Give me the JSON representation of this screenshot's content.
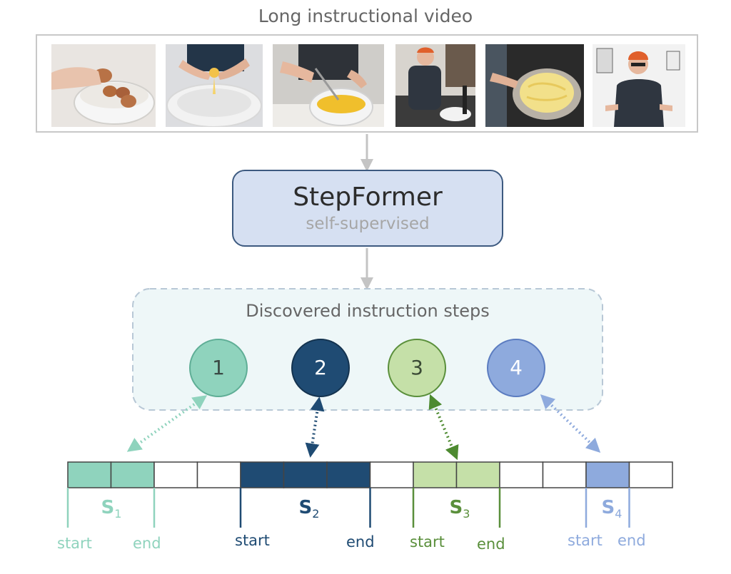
{
  "video": {
    "title": "Long instructional video",
    "thumbnails": [
      {
        "icon": "eggs-in-bowl-photo"
      },
      {
        "icon": "cracking-egg-photo"
      },
      {
        "icon": "whisking-eggs-photo"
      },
      {
        "icon": "man-cooking-photo"
      },
      {
        "icon": "omelette-pan-photo"
      },
      {
        "icon": "man-standing-photo"
      }
    ]
  },
  "model": {
    "title": "StepFormer",
    "subtitle": "self-supervised"
  },
  "steps": {
    "title": "Discovered instruction steps",
    "items": [
      {
        "label": "1",
        "color": "#8fd3bd",
        "border": "#5fae96",
        "text_color": "#3a4a45"
      },
      {
        "label": "2",
        "color": "#1f4b73",
        "border": "#14334f",
        "text_color": "#ffffff"
      },
      {
        "label": "3",
        "color": "#c5e0a8",
        "border": "#5a8f3b",
        "text_color": "#3a4a35"
      },
      {
        "label": "4",
        "color": "#8eaadd",
        "border": "#5b7cc0",
        "text_color": "#ffffff"
      }
    ]
  },
  "timeline": {
    "cells": [
      "s1",
      "s1",
      "empty",
      "empty",
      "s2",
      "s2",
      "s2",
      "empty",
      "s3",
      "s3",
      "empty",
      "empty",
      "s4",
      "empty"
    ],
    "segments": [
      {
        "name": "S",
        "sub": "1",
        "start": "start",
        "end": "end",
        "color": "#8fd3bd",
        "label_color": "#8fd3bd"
      },
      {
        "name": "S",
        "sub": "2",
        "start": "start",
        "end": "end",
        "color": "#1f4b73",
        "label_color": "#1f4b73"
      },
      {
        "name": "S",
        "sub": "3",
        "start": "start",
        "end": "end",
        "color": "#c5e0a8",
        "label_color": "#5a8f3b"
      },
      {
        "name": "S",
        "sub": "4",
        "start": "start",
        "end": "end",
        "color": "#8eaadd",
        "label_color": "#8eaadd"
      }
    ]
  }
}
